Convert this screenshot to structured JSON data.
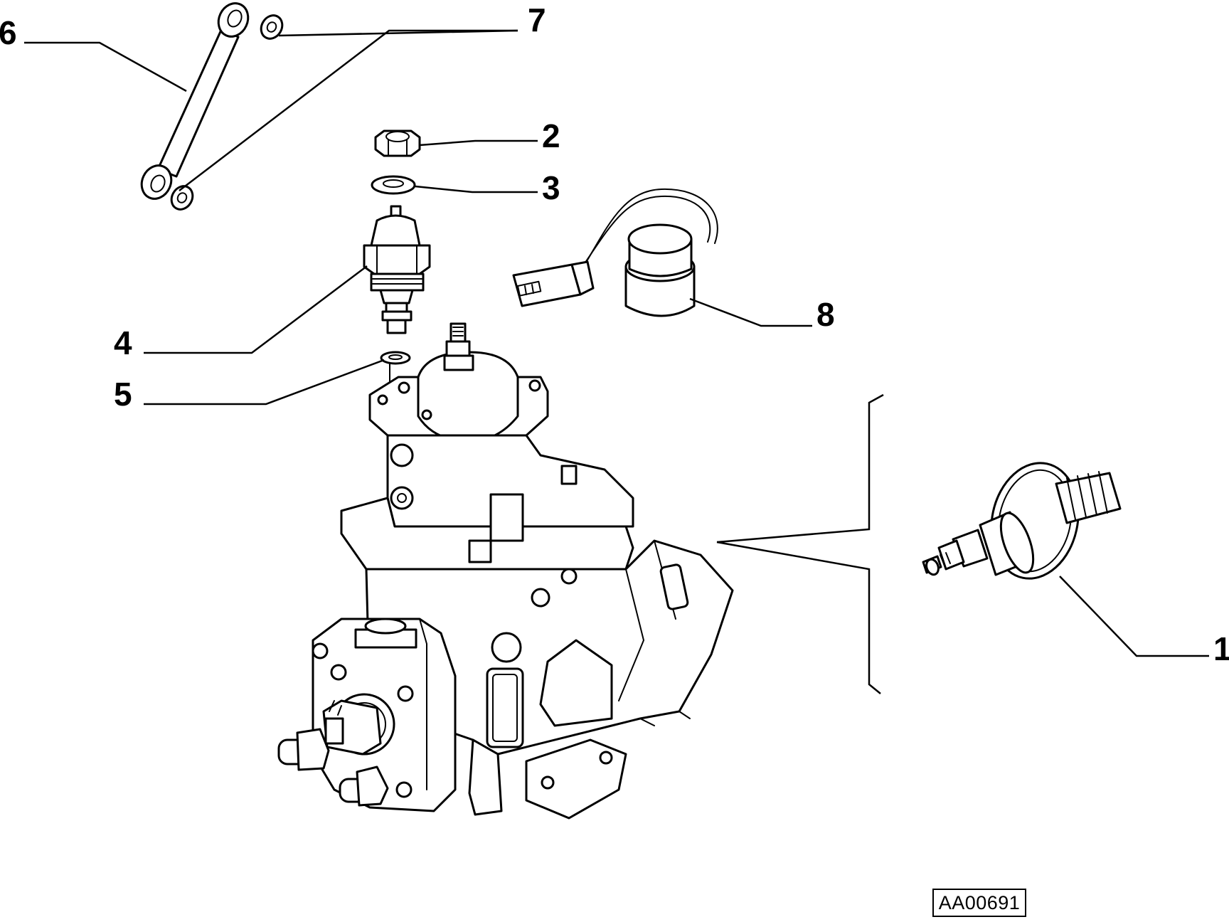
{
  "diagram": {
    "reference_code": "AA00691",
    "callouts": [
      {
        "id": "1",
        "label": "1"
      },
      {
        "id": "2",
        "label": "2"
      },
      {
        "id": "3",
        "label": "3"
      },
      {
        "id": "4",
        "label": "4"
      },
      {
        "id": "5",
        "label": "5"
      },
      {
        "id": "6",
        "label": "6"
      },
      {
        "id": "7",
        "label": "7"
      },
      {
        "id": "8",
        "label": "8"
      }
    ]
  }
}
